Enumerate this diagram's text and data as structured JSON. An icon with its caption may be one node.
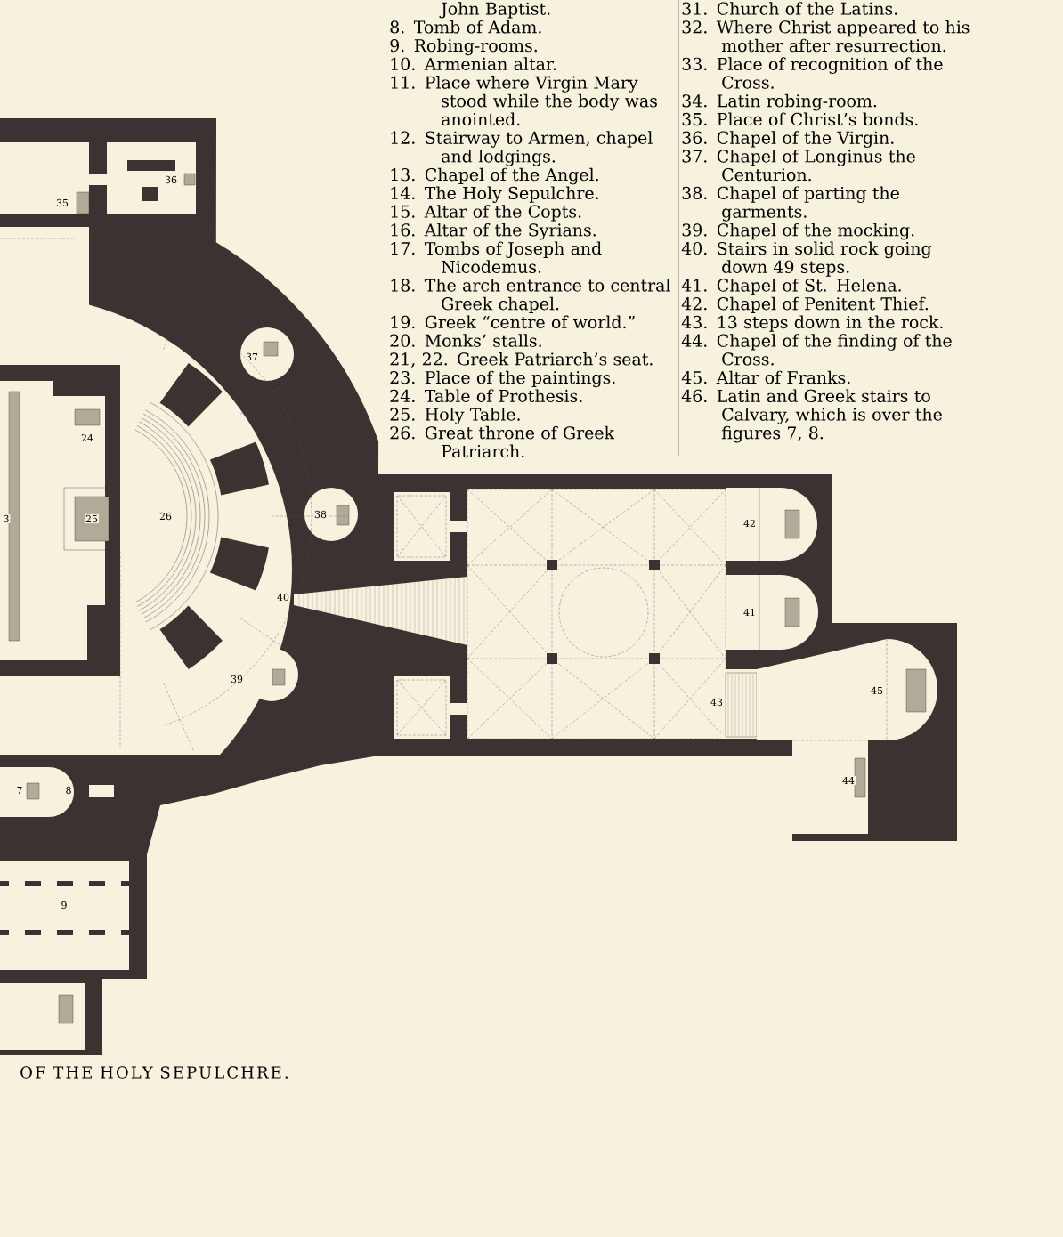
{
  "diagram": {
    "caption": "OF THE HOLY SEPULCHRE.",
    "labels": [
      "John Baptist.",
      "8. Tomb of Adam.",
      "9. Robing-rooms.",
      "10. Armenian altar.",
      "11. Place where Virgin Mary stood while the body was anointed.",
      "12. Stairway to Armen, chapel and lodgings.",
      "13. Chapel of the Angel.",
      "14. The Holy Sepulchre.",
      "15. Altar of the Copts.",
      "16. Altar of the Syrians.",
      "17. Tombs of Joseph and Nicodemus.",
      "18. The arch entrance to central Greek chapel.",
      "19. Greek “centre of world.”",
      "20. Monks’ stalls.",
      "21, 22. Greek Patriarch’s seat.",
      "23. Place of the paintings.",
      "24. Table of Prothesis.",
      "25. Holy Table.",
      "26. Great throne of Greek Patriarch.",
      "31. Church of the Latins.",
      "32. Where Christ appeared to his mother after resurrection.",
      "33. Place of recognition of the Cross.",
      "34. Latin robing-room.",
      "35. Place of Christ’s bonds.",
      "36. Chapel of the Virgin.",
      "37. Chapel of Longinus the Centurion.",
      "38. Chapel of parting the garments.",
      "39. Chapel of the mocking.",
      "40. Stairs in solid rock going down 49 steps.",
      "41. Chapel of St. Helena.",
      "42. Chapel of Penitent Thief.",
      "43. 13 steps down in the rock.",
      "44. Chapel of the finding of the Cross.",
      "45. Altar of Franks.",
      "46. Latin and Greek stairs to Calvary, which is over the figures 7, 8.",
      "36",
      "35",
      "37",
      "24",
      "3",
      "25",
      "26",
      "38",
      "42",
      "40",
      "41",
      "39",
      "43",
      "45",
      "44",
      "7",
      "8",
      "9"
    ]
  }
}
